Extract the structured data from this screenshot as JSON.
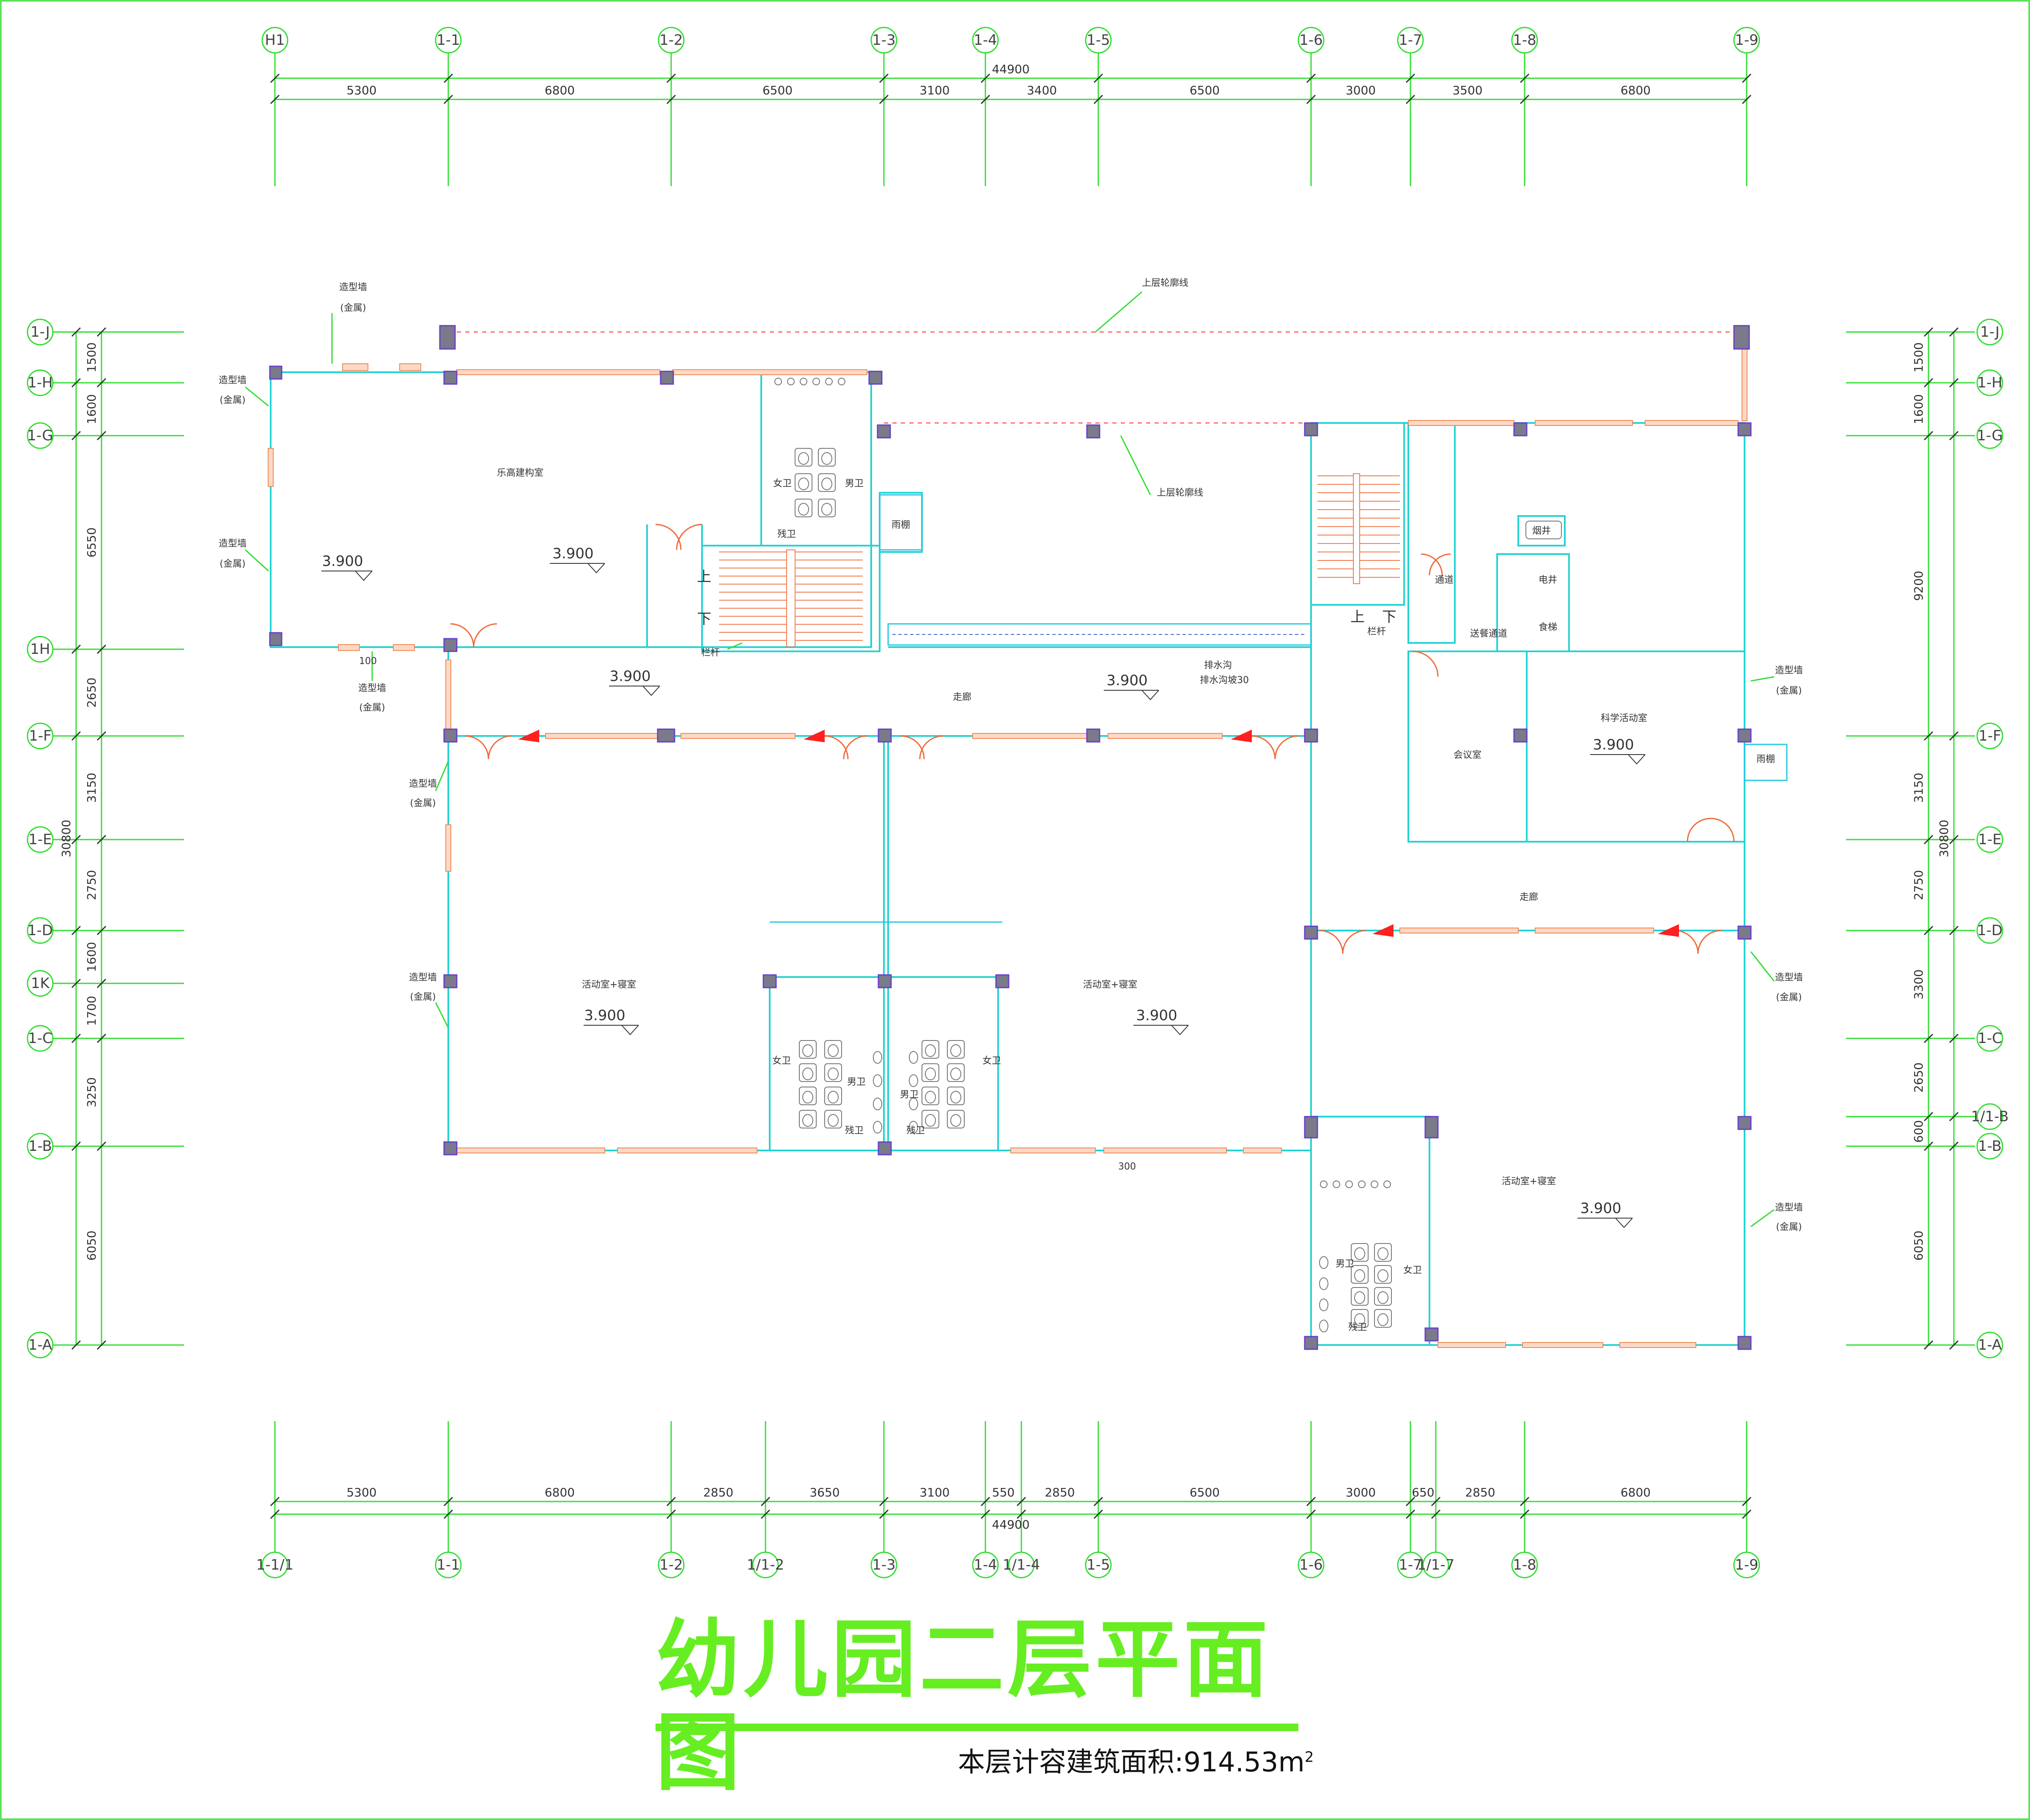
{
  "title": "幼儿园二层平面图",
  "area_label": "本层计容建筑面积:914.53",
  "area_unit": "m",
  "area_exponent": "2",
  "top_axes": [
    "H1",
    "1-1",
    "1-2",
    "1-3",
    "1-4",
    "1-5",
    "1-6",
    "1-7",
    "1-8",
    "1-9"
  ],
  "bottom_axes": [
    "1-1/1",
    "1-1",
    "1-2",
    "1/1-2",
    "1-3",
    "1-4",
    "1/1-4",
    "1-5",
    "1-6",
    "1-7",
    "1/1-7",
    "1-8",
    "1-9"
  ],
  "left_axes": [
    "1-J",
    "1-H",
    "1-G",
    "1H",
    "1-F",
    "1-E",
    "1-D",
    "1K",
    "1-C",
    "1-B",
    "1-A"
  ],
  "right_axes": [
    "1-J",
    "1-H",
    "1-G",
    "1-F",
    "1-E",
    "1-D",
    "1-C",
    "1/1-B",
    "1-B",
    "1-A"
  ],
  "top_dims": [
    "5300",
    "6800",
    "6500",
    "3100",
    "3400",
    "6500",
    "3000",
    "3500",
    "6800"
  ],
  "top_total": "44900",
  "bottom_dims": [
    "5300",
    "6800",
    "2850",
    "3650",
    "3100",
    "550",
    "2850",
    "6500",
    "3000",
    "650",
    "2850",
    "6800"
  ],
  "bottom_total": "44900",
  "left_dims": [
    "1500",
    "1600",
    "6550",
    "2650",
    "3150",
    "2750",
    "1600",
    "1700",
    "3250",
    "6050"
  ],
  "left_total": "30800",
  "right_dims": [
    "1500",
    "1600",
    "9200",
    "3150",
    "2750",
    "3300",
    "2650",
    "600",
    "6050"
  ],
  "right_total": "30800",
  "rooms": {
    "lego": "乐高建构室",
    "activity_left": "活动室+寝室",
    "activity_mid": "活动室+寝室",
    "activity_right": "活动室+寝室",
    "corridor_mid": "走廊",
    "corridor_right": "走廊",
    "science": "科学活动室",
    "meeting": "会议室",
    "passage": "通道",
    "meal_passage": "送餐通道",
    "elevator": "电井",
    "food_lift": "食梯",
    "smoke_shaft": "烟井",
    "canopy_1": "雨棚",
    "canopy_2": "雨棚",
    "womens_wc": "女卫",
    "mens_wc": "男卫",
    "accessible_wc": "残卫"
  },
  "notes": {
    "modeling_wall": "造型墙",
    "modeling_wall_sub": "(金属)",
    "upper_outline": "上层轮廓线",
    "railing": "栏杆",
    "up": "上",
    "down": "下",
    "drain": "排水沟",
    "drain_slope": "排水沟坡30",
    "dim_300": "300",
    "dim_100": "100"
  },
  "elevations": [
    "3.900",
    "3.900",
    "3.900",
    "3.900",
    "3.900",
    "3.900",
    "3.900"
  ],
  "colors": {
    "grid": "#33dd33",
    "wall": "#22d3d3",
    "window": "#f08a55",
    "column": "#6a3fc9",
    "title": "#66ee22",
    "accent_red": "#ff2020"
  }
}
